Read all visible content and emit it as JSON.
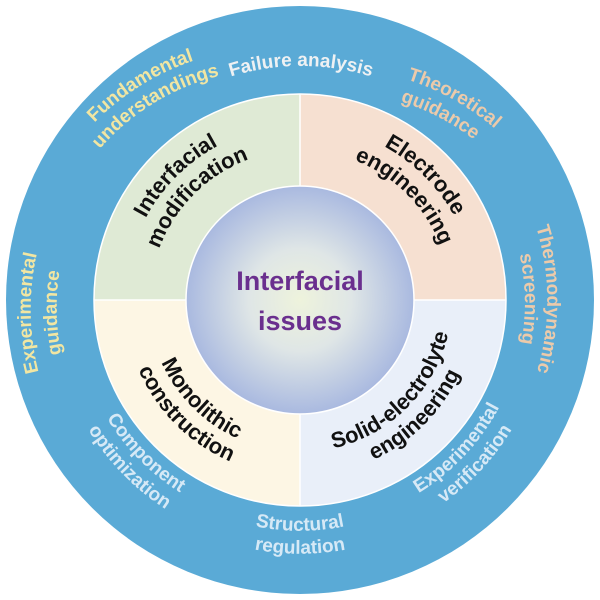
{
  "center": {
    "line1": "Interfacial",
    "line2": "issues",
    "color": "#6a2f8e"
  },
  "colors": {
    "outer_ring": "#5aaad6",
    "quadrant_top_left": "#dfead5",
    "quadrant_top_right": "#f6e0d1",
    "quadrant_bottom_left": "#fdf6e4",
    "quadrant_bottom_right": "#e9eff9",
    "center_inner": "#eef3dc",
    "center_outer": "#a9b9e0",
    "text_yellow": "#f2e6a2",
    "text_peach": "#eccaaa",
    "text_lightblue": "#d6e9f6",
    "text_white": "#eef1f3"
  },
  "quadrants": [
    {
      "id": "interfacial-modification",
      "line1": "Interfacial",
      "line2": "modification"
    },
    {
      "id": "electrode-engineering",
      "line1": "Electrode",
      "line2": "engineering"
    },
    {
      "id": "solid-electrolyte-engineering",
      "line1": "Solid-electrolyte",
      "line2": "engineering"
    },
    {
      "id": "monolithic-construction",
      "line1": "Monolithic",
      "line2": "construction"
    }
  ],
  "outer_labels": [
    {
      "id": "failure-analysis",
      "line1": "Failure analysis",
      "line2": ""
    },
    {
      "id": "theoretical-guidance",
      "line1": "Theoretical",
      "line2": "guidance"
    },
    {
      "id": "thermodynamic-screening",
      "line1": "Thermodynamic",
      "line2": "screening"
    },
    {
      "id": "experimental-verification",
      "line1": "Experimental",
      "line2": "verification"
    },
    {
      "id": "structural-regulation",
      "line1": "Structural",
      "line2": "regulation"
    },
    {
      "id": "component-optimization",
      "line1": "Component",
      "line2": "optimization"
    },
    {
      "id": "experimental-guidance",
      "line1": "Experimental",
      "line2": "guidance"
    },
    {
      "id": "fundamental-understandings",
      "line1": "Fundamental",
      "line2": "understandings"
    }
  ]
}
